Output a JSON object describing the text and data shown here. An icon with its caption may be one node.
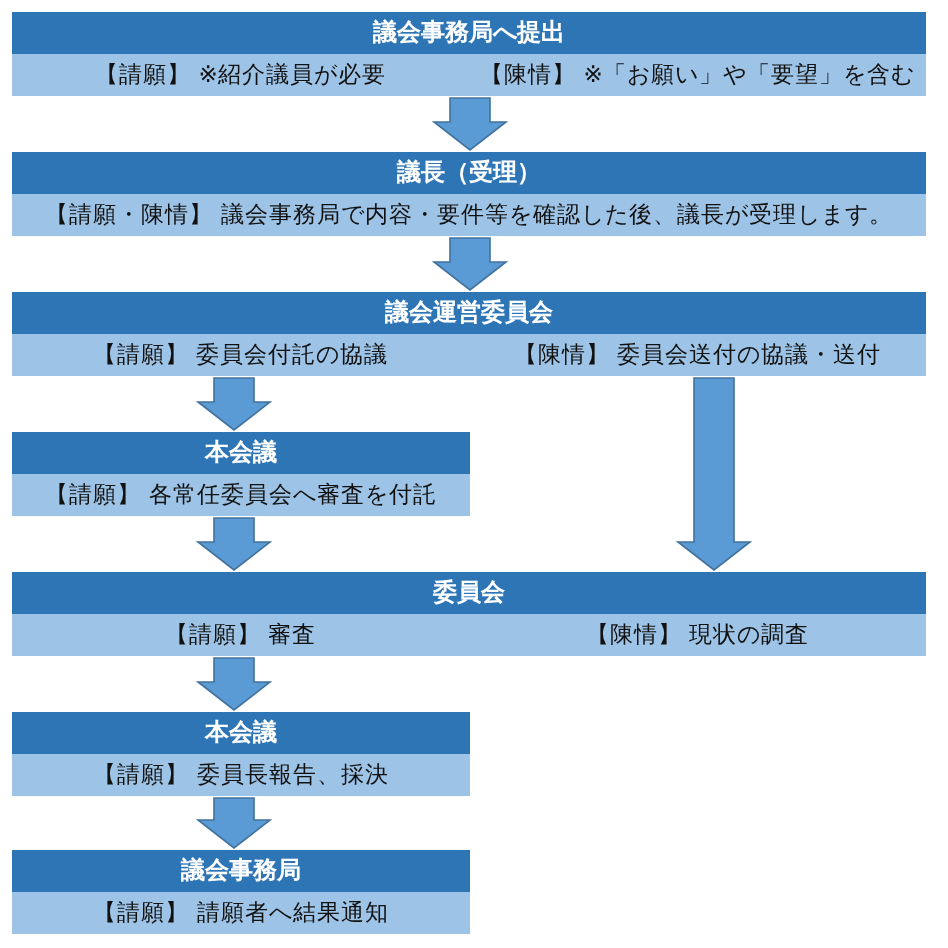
{
  "diagram": {
    "nodes": [
      {
        "text": [
          "議会事務局へ提出",
          "【請願】 ※紹介議員が必要",
          "【陳情】 ※「お願い」や「要望」を含む"
        ]
      },
      {
        "text": [
          "議長（受理）",
          "【請願・陳情】 議会事務局で内容・要件等を確認した後、議長が受理します。"
        ]
      },
      {
        "text": [
          "議会運営委員会",
          "【請願】 委員会付託の協議",
          "【陳情】 委員会送付の協議・送付"
        ]
      },
      {
        "text": [
          "本会議",
          "【請願】 各常任委員会へ審査を付託"
        ]
      },
      {
        "text": [
          "委員会",
          "【請願】 審査",
          "【陳情】 現状の調査"
        ]
      },
      {
        "text": [
          "本会議",
          "【請願】 委員長報告、採決"
        ]
      },
      {
        "text": [
          "議会事務局",
          "【請願】 請願者へ結果通知"
        ]
      }
    ],
    "edges": [
      {
        "from": 0,
        "to": 1,
        "arrow": "to"
      },
      {
        "from": 1,
        "to": 2,
        "arrow": "to"
      },
      {
        "from": 2,
        "to": 3,
        "arrow": "to"
      },
      {
        "from": 2,
        "to": 4,
        "arrow": "to"
      },
      {
        "from": 3,
        "to": 4,
        "arrow": "to"
      },
      {
        "from": 4,
        "to": 5,
        "arrow": "to"
      },
      {
        "from": 5,
        "to": 6,
        "arrow": "to"
      }
    ]
  }
}
